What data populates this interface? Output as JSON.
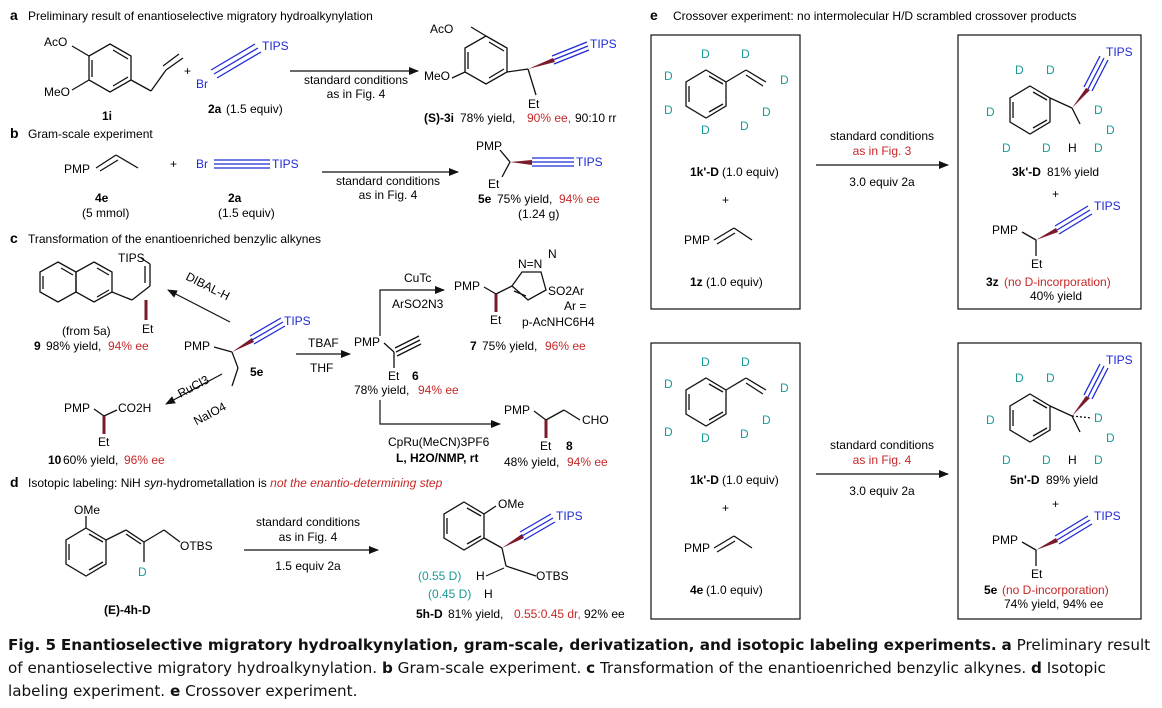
{
  "colors": {
    "black": "#111111",
    "blue": "#1f2ad6",
    "teal": "#1a9a94",
    "red": "#c62828",
    "maroon": "#7a1a2a"
  },
  "panel_a": {
    "letter": "a",
    "title": "Preliminary result of enantioselective migratory hydroalkynylation",
    "sm": {
      "aco": "AcO",
      "meo": "MeO",
      "label": "1i"
    },
    "plus": "+",
    "reagent": {
      "tips": "TIPS",
      "br": "Br",
      "label": "2a",
      "equiv": "(1.5 equiv)"
    },
    "conditions": [
      "standard conditions",
      "as in Fig. 4"
    ],
    "product": {
      "aco": "AcO",
      "meo": "MeO",
      "tips": "TIPS",
      "et": "Et",
      "label": "(S)-3i",
      "yield": "78% yield,",
      "ee": "90% ee,",
      "rr": "90:10 rr"
    }
  },
  "panel_b": {
    "letter": "b",
    "title": "Gram-scale experiment",
    "sm": {
      "pmp": "PMP",
      "label": "4e",
      "amount": "(5 mmol)"
    },
    "plus": "+",
    "reagent": {
      "br": "Br",
      "tips": "TIPS",
      "label": "2a",
      "equiv": "(1.5 equiv)"
    },
    "conditions": [
      "standard conditions",
      "as in Fig. 4"
    ],
    "product": {
      "pmp": "PMP",
      "tips": "TIPS",
      "et": "Et",
      "label": "5e",
      "yield": "75% yield,",
      "ee": "94% ee",
      "mass": "(1.24 g)"
    }
  },
  "panel_c": {
    "letter": "c",
    "title": "Transformation of the enantioenriched benzylic alkynes",
    "center": {
      "pmp": "PMP",
      "tips": "TIPS",
      "label": "5e"
    },
    "dibal": {
      "reagent": "DIBAL-H",
      "tips": "TIPS",
      "et": "Et",
      "from": "(from 5a)",
      "label": "9",
      "yield": "98% yield,",
      "ee": "94% ee"
    },
    "ru": {
      "reagent1": "RuCl3",
      "reagent2": "NaIO4",
      "pmp": "PMP",
      "acid": "CO2H",
      "et": "Et",
      "label": "10",
      "yield": "60% yield,",
      "ee": "96% ee"
    },
    "tbaf": {
      "reagent1": "TBAF",
      "reagent2": "THF",
      "pmp": "PMP",
      "et": "Et",
      "label": "6",
      "yield": "78% yield,",
      "ee": "94% ee"
    },
    "cutc": {
      "reagent1": "CuTc",
      "reagent2": "ArSO2N3",
      "pmp": "PMP",
      "et": "Et",
      "nn": "N=N",
      "n": "N",
      "so2ar": "SO2Ar",
      "ar_def1": "Ar =",
      "ar_def2": "p-AcNHC6H4",
      "label": "7",
      "yield": "75% yield,",
      "ee": "96% ee"
    },
    "cpru": {
      "reagent1": "CpRu(MeCN)3PF6",
      "reagent2": "L, H2O/NMP, rt",
      "pmp": "PMP",
      "cho": "CHO",
      "et": "Et",
      "label": "8",
      "yield": "48% yield,",
      "ee": "94% ee"
    }
  },
  "panel_d": {
    "letter": "d",
    "title_plain": "Isotopic labeling: NiH ",
    "title_italic": "syn",
    "title_plain2": "-hydrometallation is ",
    "title_red": "not the enantio-determining step",
    "sm": {
      "ome": "OMe",
      "otbs": "OTBS",
      "d": "D",
      "label": "(E)-4h-D"
    },
    "conditions": [
      "standard conditions",
      "as in Fig. 4",
      "1.5 equiv 2a"
    ],
    "product": {
      "ome": "OMe",
      "tips": "TIPS",
      "otbs": "OTBS",
      "d1": "(0.55 D)",
      "d2": "(0.45 D)",
      "h": "H",
      "label": "5h-D",
      "yield": "81% yield,",
      "dr": "0.55:0.45 dr,",
      "ee": "92% ee"
    }
  },
  "panel_e": {
    "letter": "e",
    "title": "Crossover experiment: no intermolecular H/D scrambled crossover products",
    "top": {
      "d_label": "1k'-D",
      "d_equiv": "(1.0 equiv)",
      "plus": "+",
      "pmp": "PMP",
      "alk_label": "1z",
      "alk_equiv": "(1.0 equiv)",
      "conditions": [
        "standard conditions",
        "as in Fig. 3"
      ],
      "cond2": "3.0 equiv 2a",
      "prod1_label": "3k'-D",
      "prod1_yield": "81% yield",
      "plus2": "+",
      "prod2_pmp": "PMP",
      "prod2_tips": "TIPS",
      "prod2_et": "Et",
      "prod2_label": "3z",
      "prod2_note": "(no D-incorporation)",
      "prod2_yield": "40% yield",
      "tips": "TIPS",
      "h": "H",
      "d": "D"
    },
    "bottom": {
      "d_label": "1k'-D",
      "d_equiv": "(1.0 equiv)",
      "plus": "+",
      "pmp": "PMP",
      "alk_label": "4e",
      "alk_equiv": "(1.0 equiv)",
      "conditions": [
        "standard conditions",
        "as in Fig. 4"
      ],
      "cond2": "3.0 equiv 2a",
      "prod1_label": "5n'-D",
      "prod1_yield": "89% yield",
      "plus2": "+",
      "prod2_pmp": "PMP",
      "prod2_tips": "TIPS",
      "prod2_et": "Et",
      "prod2_label": "5e",
      "prod2_note": "(no D-incorporation)",
      "prod2_yield": "74% yield, 94% ee",
      "tips": "TIPS",
      "h": "H",
      "d": "D"
    }
  },
  "caption": {
    "fig": "Fig. 5",
    "bold_title": "Enantioselective migratory hydroalkynylation, gram-scale, derivatization, and isotopic labeling experiments.",
    "a_letter": "a",
    "a_text": "Preliminary result of enantioselective migratory hydroalkynylation.",
    "b_letter": "b",
    "b_text": "Gram-scale experiment.",
    "c_letter": "c",
    "c_text": "Transformation of the enantioenriched benzylic alkynes.",
    "d_letter": "d",
    "d_text": "Isotopic labeling experiment.",
    "e_letter": "e",
    "e_text": "Crossover experiment."
  }
}
